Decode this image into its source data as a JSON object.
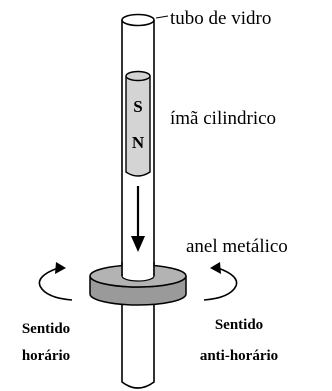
{
  "labels": {
    "tube": "tubo de vidro",
    "magnet": "ímã cilindrico",
    "ring": "anel metálico"
  },
  "magnet_poles": {
    "top": "S",
    "bottom": "N"
  },
  "left_direction": {
    "line1": "Sentido",
    "line2": "horário"
  },
  "right_direction": {
    "line1": "Sentido",
    "line2": "anti-horário"
  },
  "colors": {
    "magnet_fill": "#d4d4d4",
    "ring_fill": "#9a9a9a",
    "stroke": "#000000"
  }
}
